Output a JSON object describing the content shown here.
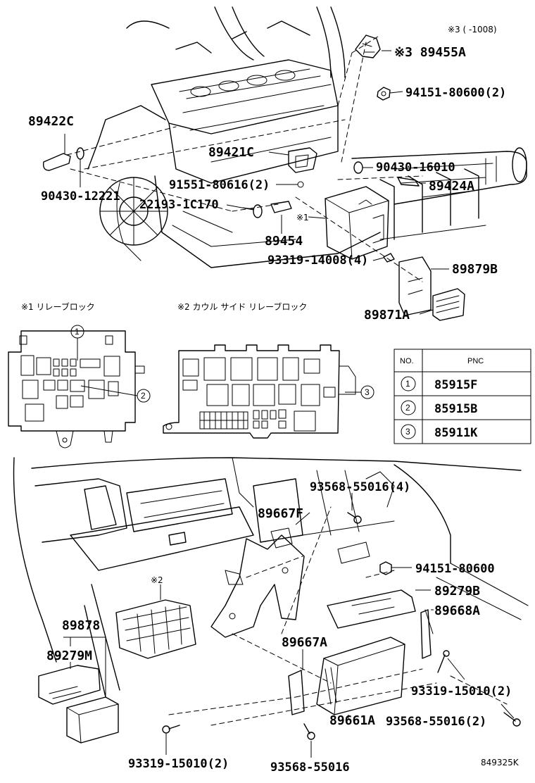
{
  "header": {
    "footnote": "※3 (      -1008)"
  },
  "labels": {
    "p89455A": "※3 89455A",
    "p94151_2": "94151-80600(2)",
    "p89422C": "89422C",
    "p89421C": "89421C",
    "p90430_16010": "90430-16010",
    "p91551": "91551-80616(2)",
    "p89424A": "89424A",
    "p90430_12221": "90430-12221",
    "p22193": "22193-1C170",
    "mark1": "※1",
    "p89454": "89454",
    "p93319_14008": "93319-14008(4)",
    "p89879B": "89879B",
    "p89871A": "89871A",
    "p93568_4": "93568-55016(4)",
    "p89667F": "89667F",
    "p94151": "94151-80600",
    "p89279B": "89279B",
    "p89668A": "89668A",
    "mark2": "※2",
    "p89878": "89878",
    "p89279M": "89279M",
    "p89667A": "89667A",
    "p93319_15010_r": "93319-15010(2)",
    "p93568_2": "93568-55016(2)",
    "p89661A": "89661A",
    "p93319_15010_l": "93319-15010(2)",
    "p93568": "93568-55016",
    "catalog_code": "849325K"
  },
  "relay_blocks": {
    "block1_title": "※1 リレーブロック",
    "block2_title": "※2 カウル サイド リレーブロック",
    "callouts": [
      "1",
      "2",
      "3"
    ]
  },
  "pnc_table": {
    "headers": [
      "NO.",
      "PNC"
    ],
    "rows": [
      {
        "no": "1",
        "pnc": "85915F"
      },
      {
        "no": "2",
        "pnc": "85915B"
      },
      {
        "no": "3",
        "pnc": "85911K"
      }
    ]
  }
}
